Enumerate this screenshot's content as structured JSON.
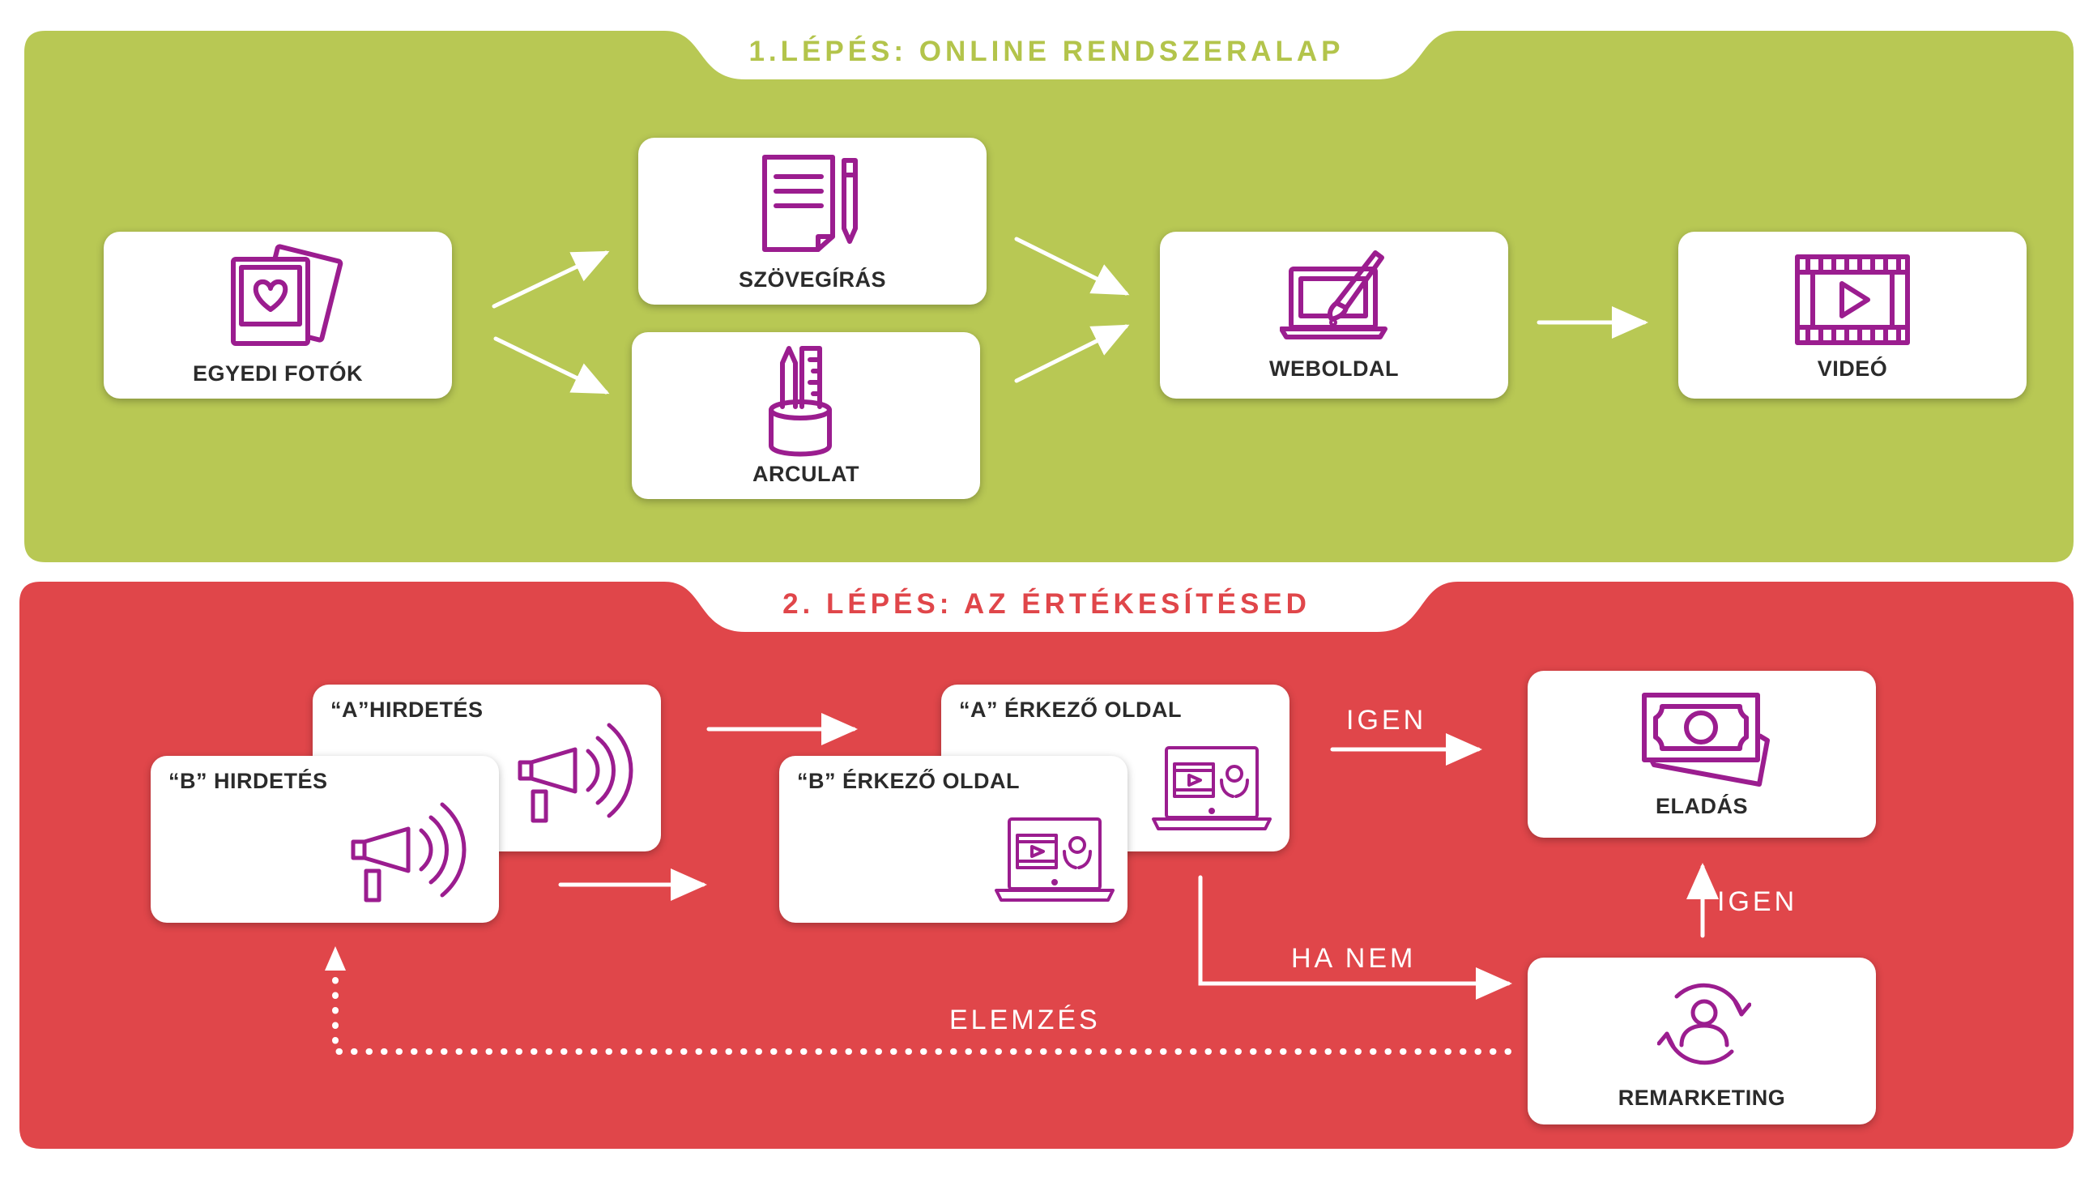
{
  "colors": {
    "step1_bg": "#b8c854",
    "step1_title": "#b3c44b",
    "step2_bg": "#e0464a",
    "step2_title": "#e0464a",
    "icon": "#9b1d8f",
    "arrow": "#ffffff"
  },
  "step1": {
    "title": "1.LÉPÉS: ONLINE RENDSZERALAP",
    "cards": {
      "fotok": {
        "label": "EGYEDI FOTÓK",
        "icon": "photo-heart-icon"
      },
      "szoveg": {
        "label": "SZÖVEGÍRÁS",
        "icon": "document-pen-icon"
      },
      "arculat": {
        "label": "ARCULAT",
        "icon": "pencil-cup-icon"
      },
      "weboldal": {
        "label": "WEBOLDAL",
        "icon": "laptop-brush-icon"
      },
      "video": {
        "label": "VIDEÓ",
        "icon": "film-play-icon"
      }
    }
  },
  "step2": {
    "title": "2. LÉPÉS: AZ ÉRTÉKESÍTÉSED",
    "cards": {
      "hird_a": {
        "label": "“A”HIRDETÉS",
        "icon": "megaphone-icon"
      },
      "hird_b": {
        "label": "“B” HIRDETÉS",
        "icon": "megaphone-icon"
      },
      "oldal_a": {
        "label": "“A” ÉRKEZŐ OLDAL",
        "icon": "laptop-video-icon"
      },
      "oldal_b": {
        "label": "“B” ÉRKEZŐ OLDAL",
        "icon": "laptop-video-icon"
      },
      "eladas": {
        "label": "ELADÁS",
        "icon": "money-icon"
      },
      "remarketing": {
        "label": "REMARKETING",
        "icon": "user-cycle-icon"
      }
    },
    "flow": {
      "igen_top": "IGEN",
      "igen_side": "IGEN",
      "ha_nem": "HA NEM",
      "elemzes": "ELEMZÉS"
    }
  }
}
